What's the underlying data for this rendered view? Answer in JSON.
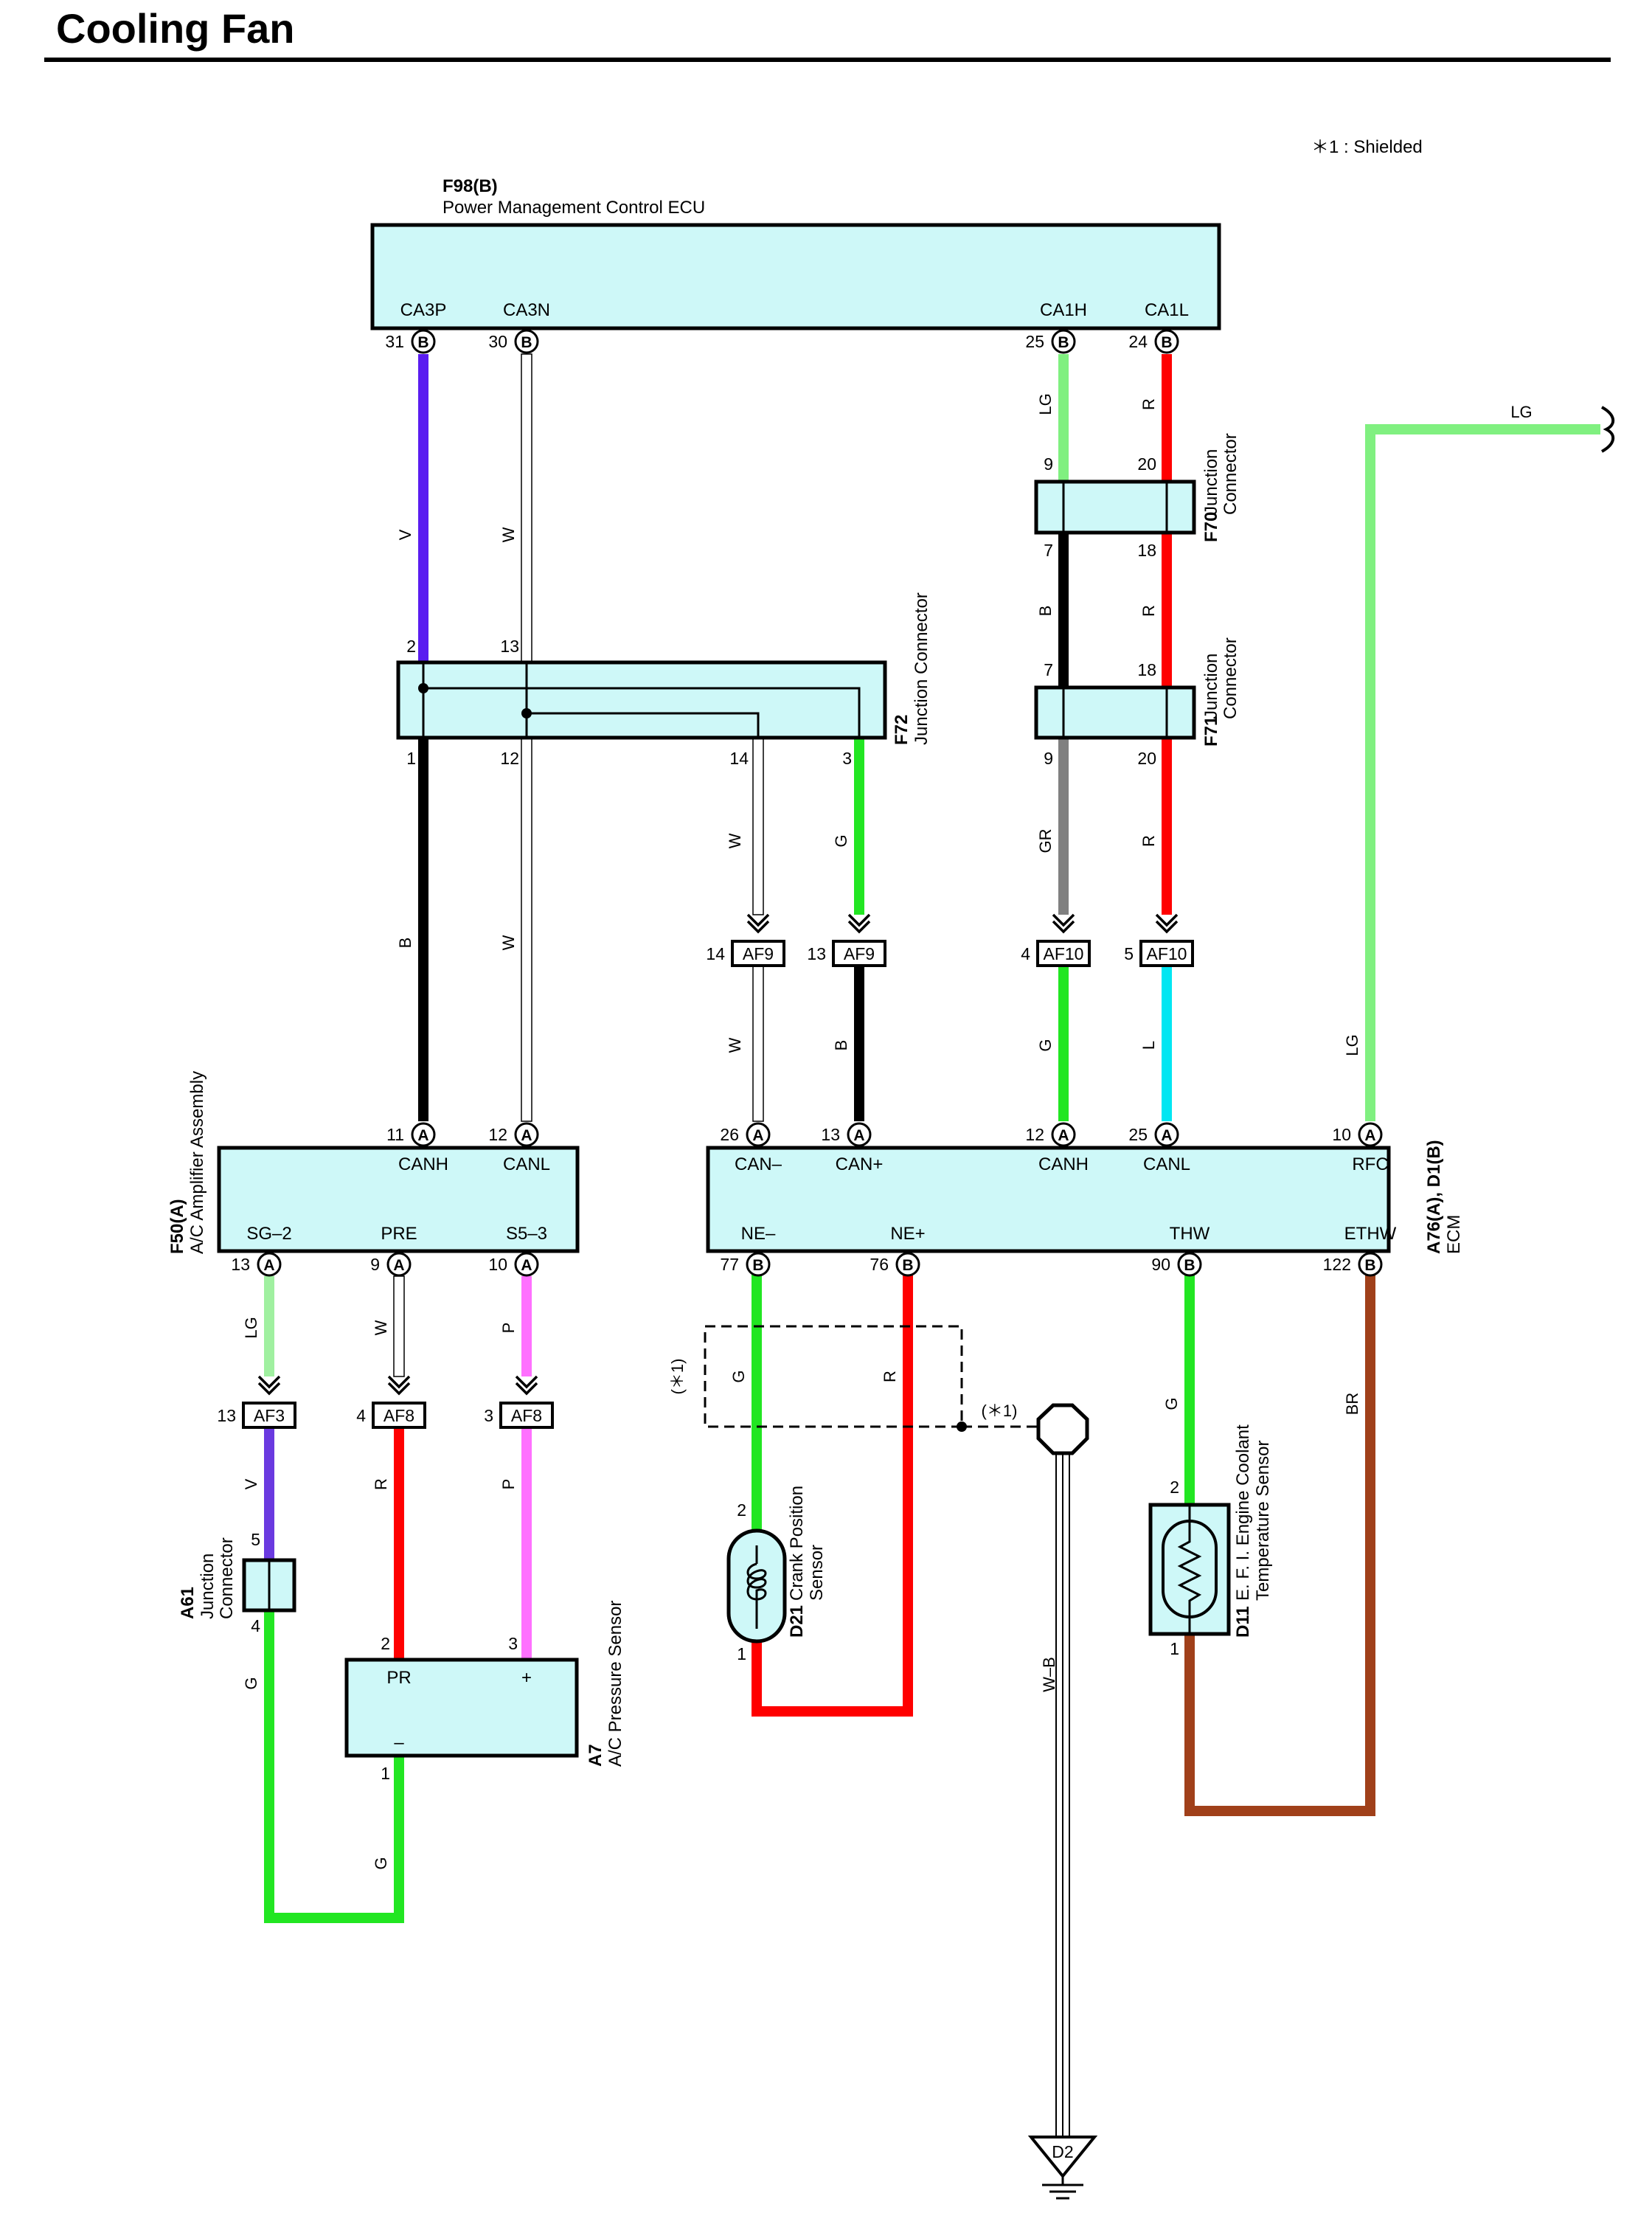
{
  "title": "Cooling Fan",
  "note": "＊1 : Shielded",
  "shield_label": "(＊1)",
  "ecu_top": {
    "code": "F98(B)",
    "name": "Power Management Control ECU",
    "pins": [
      {
        "num": "31",
        "conn": "B",
        "name": "CA3P"
      },
      {
        "num": "30",
        "conn": "B",
        "name": "CA3N"
      },
      {
        "num": "25",
        "conn": "B",
        "name": "CA1H"
      },
      {
        "num": "24",
        "conn": "B",
        "name": "CA1L"
      }
    ]
  },
  "f72": {
    "code": "F72",
    "name": "Junction Connector",
    "pins_top": [
      "2",
      "13"
    ],
    "pins_bottom": [
      "1",
      "12",
      "14",
      "3"
    ]
  },
  "f70": {
    "code": "F70",
    "name1": "Junction",
    "name2": "Connector",
    "pins_top": [
      "9",
      "20"
    ],
    "pins_bottom": [
      "7",
      "18"
    ]
  },
  "f71": {
    "code": "F71",
    "name1": "Junction",
    "name2": "Connector",
    "pins_top": [
      "7",
      "18"
    ],
    "pins_bottom": [
      "9",
      "20"
    ]
  },
  "inline": [
    {
      "num": "14",
      "name": "AF9"
    },
    {
      "num": "13",
      "name": "AF9"
    },
    {
      "num": "4",
      "name": "AF10"
    },
    {
      "num": "5",
      "name": "AF10"
    },
    {
      "num": "13",
      "name": "AF3"
    },
    {
      "num": "4",
      "name": "AF8"
    },
    {
      "num": "3",
      "name": "AF8"
    }
  ],
  "amp": {
    "code": "F50(A)",
    "name": "A/C Amplifier Assembly",
    "pins_top": [
      {
        "num": "11",
        "conn": "A",
        "name": "CANH"
      },
      {
        "num": "12",
        "conn": "A",
        "name": "CANL"
      }
    ],
    "pins_bottom": [
      {
        "num": "13",
        "conn": "A",
        "name": "SG–2"
      },
      {
        "num": "9",
        "conn": "A",
        "name": "PRE"
      },
      {
        "num": "10",
        "conn": "A",
        "name": "S5–3"
      }
    ]
  },
  "ecm": {
    "code": "A76(A), D1(B)",
    "name": "ECM",
    "pins_top": [
      {
        "num": "26",
        "conn": "A",
        "name": "CAN–"
      },
      {
        "num": "13",
        "conn": "A",
        "name": "CAN+"
      },
      {
        "num": "12",
        "conn": "A",
        "name": "CANH"
      },
      {
        "num": "25",
        "conn": "A",
        "name": "CANL"
      },
      {
        "num": "10",
        "conn": "A",
        "name": "RFC"
      }
    ],
    "pins_bottom": [
      {
        "num": "77",
        "conn": "B",
        "name": "NE–"
      },
      {
        "num": "76",
        "conn": "B",
        "name": "NE+"
      },
      {
        "num": "90",
        "conn": "B",
        "name": "THW"
      },
      {
        "num": "122",
        "conn": "B",
        "name": "ETHW"
      }
    ]
  },
  "a61": {
    "code": "A61",
    "name1": "Junction",
    "name2": "Connector",
    "pin_top": "5",
    "pin_bottom": "4"
  },
  "a7": {
    "code": "A7",
    "name": "A/C Pressure Sensor",
    "pin_pr": "2",
    "pin_plus": "3",
    "pin_minus": "1",
    "label_pr": "PR",
    "label_plus": "+",
    "label_minus": "–"
  },
  "d21": {
    "code": "D21",
    "name1": "Crank Position",
    "name2": "Sensor",
    "pin_top": "2",
    "pin_bottom": "1"
  },
  "d11": {
    "code": "D11",
    "name1": "E. F. I.  Engine Coolant",
    "name2": "Temperature Sensor",
    "pin_top": "2",
    "pin_bottom": "1"
  },
  "ground": {
    "name": "D2",
    "wire": "W–B"
  },
  "wire_labels": {
    "v1": "V",
    "w1": "W",
    "lg1": "LG",
    "r1": "R",
    "b1": "B",
    "r2": "R",
    "b2": "B",
    "w2": "W",
    "w3": "W",
    "g1": "G",
    "gr": "GR",
    "r3": "R",
    "w4": "W",
    "b3": "B",
    "g2": "G",
    "l": "L",
    "lg2": "LG",
    "lg_top": "LG",
    "lg3": "LG",
    "w5": "W",
    "p1": "P",
    "v2": "V",
    "r4": "R",
    "p2": "P",
    "g3": "G",
    "g4": "G",
    "g5": "G",
    "r5": "R",
    "g6": "G",
    "br": "BR"
  },
  "colors": {
    "V": "#5a1cf0",
    "W": "#ffffff",
    "LG": "#80f080",
    "R": "#ff0000",
    "B": "#000000",
    "G": "#22e622",
    "GR": "#808080",
    "L": "#00e6f2",
    "P": "#ff70ff",
    "BR": "#a0401a",
    "V2": "#6a3ae0",
    "LG2": "#a0f0a0",
    "box": "#cef8f8"
  }
}
